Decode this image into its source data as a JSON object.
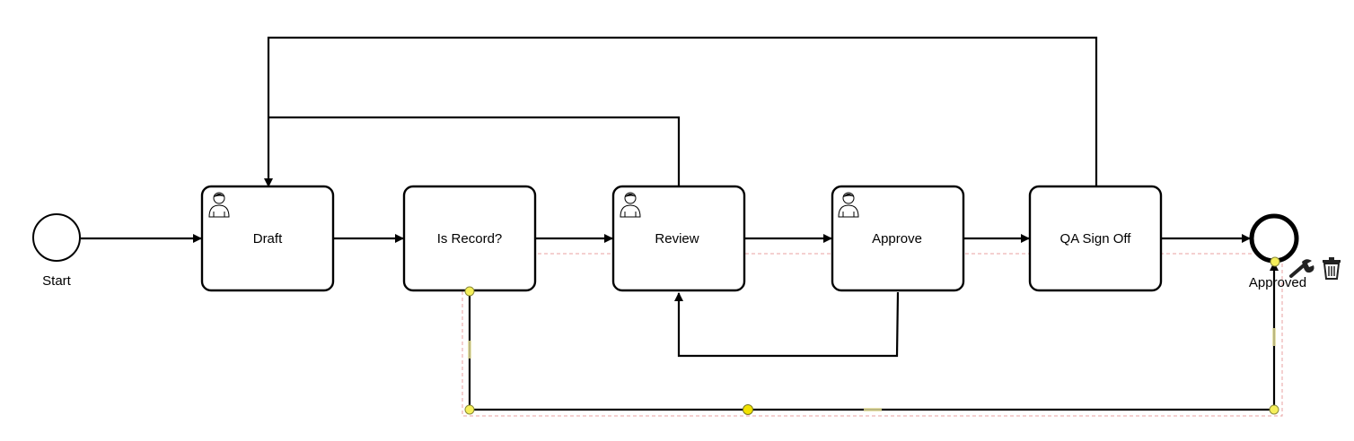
{
  "diagram": {
    "start_event": {
      "label": "Start"
    },
    "end_event": {
      "label": "Approved"
    },
    "tasks": [
      {
        "id": "draft",
        "label": "Draft",
        "type": "user-task"
      },
      {
        "id": "is-record",
        "label": "Is Record?",
        "type": "task"
      },
      {
        "id": "review",
        "label": "Review",
        "type": "user-task"
      },
      {
        "id": "approve",
        "label": "Approve",
        "type": "user-task"
      },
      {
        "id": "qa-sign-off",
        "label": "QA Sign Off",
        "type": "task"
      }
    ],
    "context_tools": [
      "wrench-icon",
      "trash-icon"
    ],
    "colors": {
      "selection_outline": "#e8a0a0",
      "handle_fill": "#f5ef5a"
    }
  }
}
